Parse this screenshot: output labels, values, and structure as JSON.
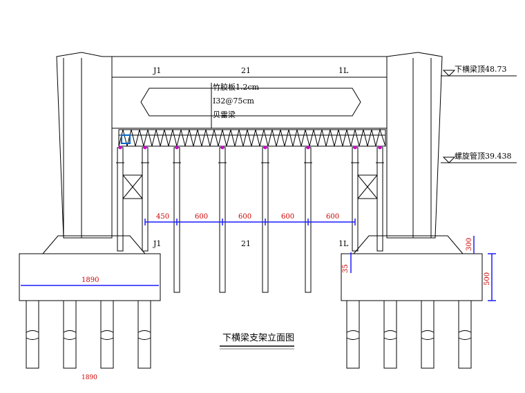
{
  "title": "下横梁支架立面图",
  "elevations": {
    "beam_top": "下横梁顶48.73",
    "pipe_top": "螺旋管顶39.438"
  },
  "beam_notes": [
    "竹胶板1.2cm",
    "I32@75cm",
    "贝雷梁"
  ],
  "section_marks": {
    "upper": {
      "left": "J1",
      "middle": "21",
      "right": "1L"
    },
    "lower": {
      "left": "J1",
      "middle": "21",
      "right": "1L"
    }
  },
  "dimensions": {
    "spans": [
      "450",
      "600",
      "600",
      "600",
      "600"
    ],
    "footing_width": "1890",
    "footing_height": "500",
    "cap_height": "300",
    "small_offset": "35"
  },
  "bottom_note": "1890",
  "colors": {
    "line": "#000000",
    "dimension": "#1a1aff",
    "dim_text": "#cc0000",
    "pipe_head": "#cc00cc",
    "anchor": "#0066cc"
  }
}
